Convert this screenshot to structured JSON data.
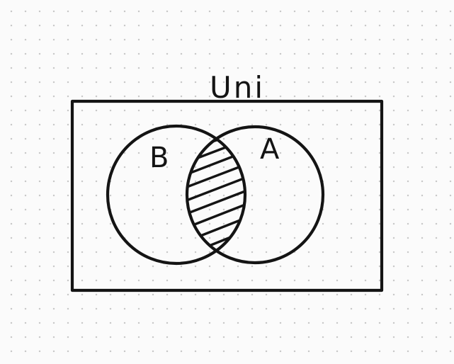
{
  "diagram": {
    "universe_label": "Uni",
    "sets": [
      {
        "id": "B",
        "label": "B"
      },
      {
        "id": "A",
        "label": "A"
      }
    ],
    "shaded_region": "A ∩ B",
    "colors": {
      "ink": "#141414",
      "background": "#fbfbfb",
      "grid_dots": "#c9c9c9"
    }
  }
}
